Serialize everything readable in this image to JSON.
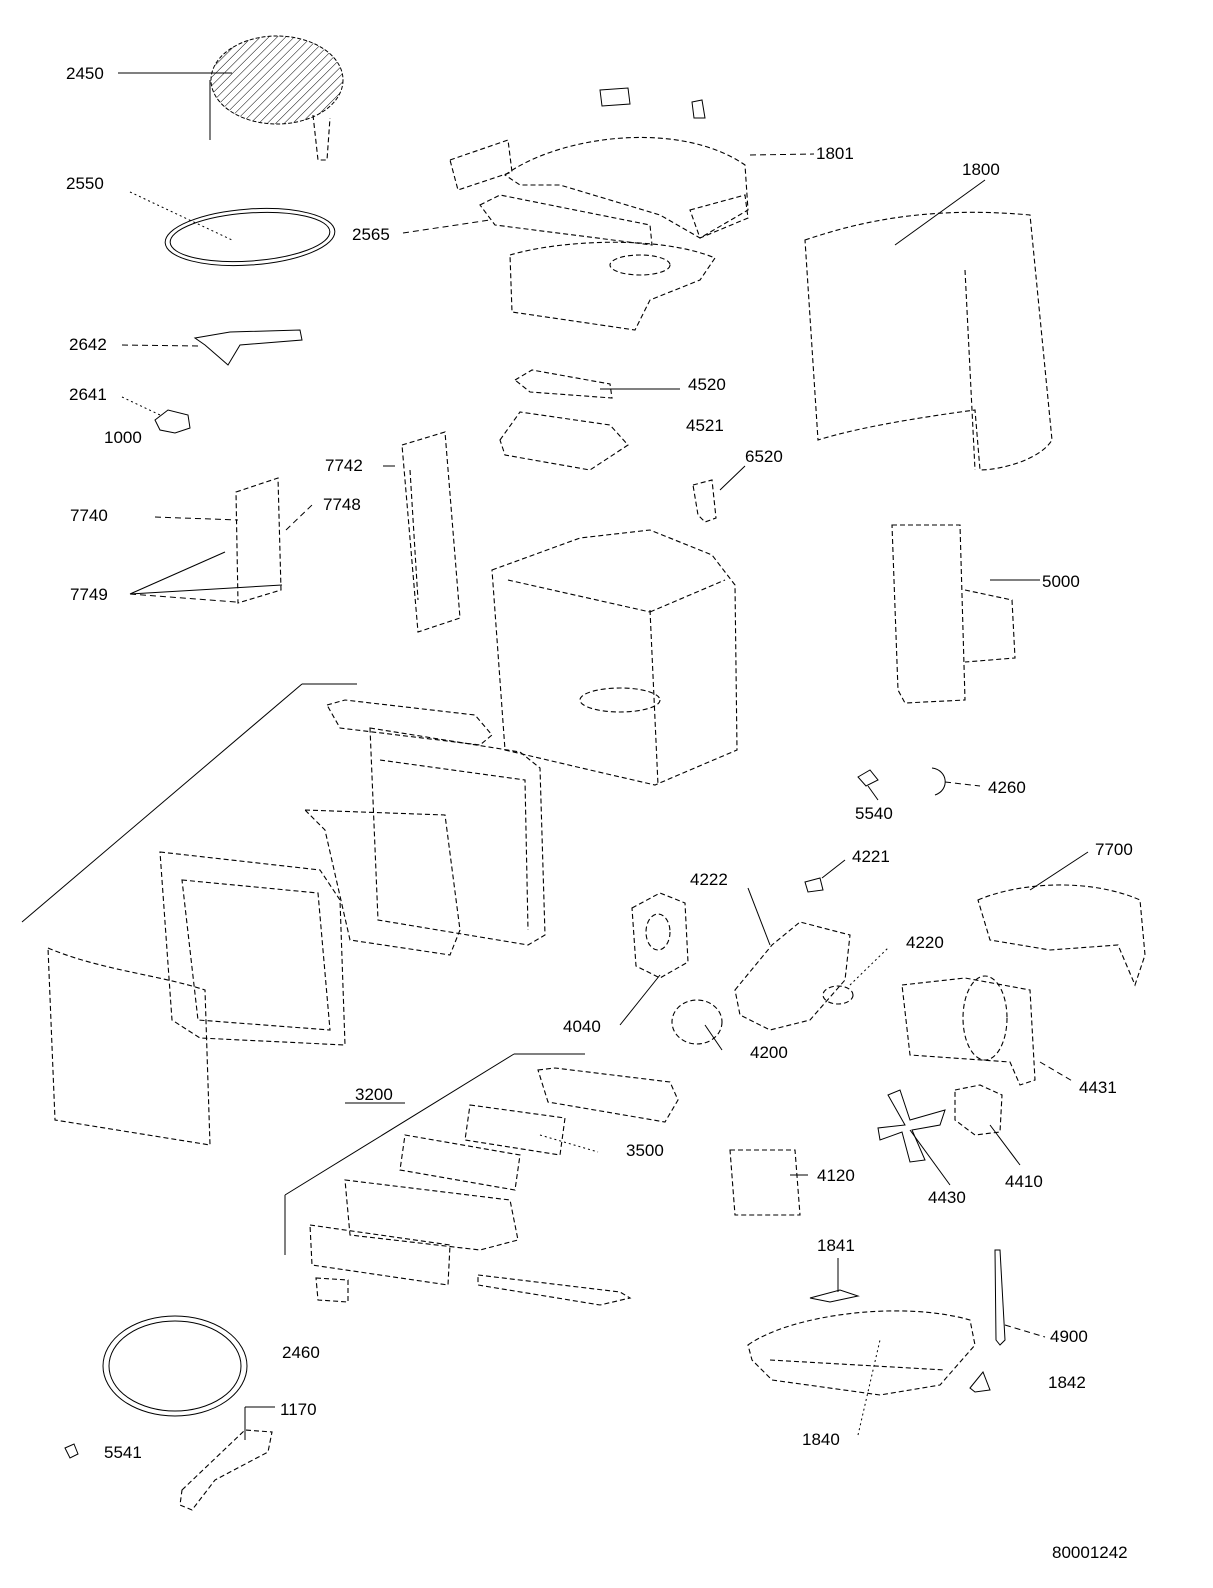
{
  "diagram": {
    "code": "80001242",
    "labels": {
      "l2450": "2450",
      "l2550": "2550",
      "l2642": "2642",
      "l2641": "2641",
      "l7740": "7740",
      "l7749": "7749",
      "l7742": "7742",
      "l7748": "7748",
      "l1801": "1801",
      "l2565": "2565",
      "l1800": "1800",
      "l4520": "4520",
      "l4521": "4521",
      "l6520": "6520",
      "l5000": "5000",
      "l1000": "1000",
      "l5540": "5540",
      "l4260": "4260",
      "l4221": "4221",
      "l4222": "4222",
      "l7700": "7700",
      "l4220": "4220",
      "l4040": "4040",
      "l4200": "4200",
      "l4431": "4431",
      "l3200": "3200",
      "l3500": "3500",
      "l4120": "4120",
      "l4430": "4430",
      "l4410": "4410",
      "l1841": "1841",
      "l4900": "4900",
      "l1842": "1842",
      "l1840": "1840",
      "l2460": "2460",
      "l1170": "1170",
      "l5541": "5541"
    }
  }
}
